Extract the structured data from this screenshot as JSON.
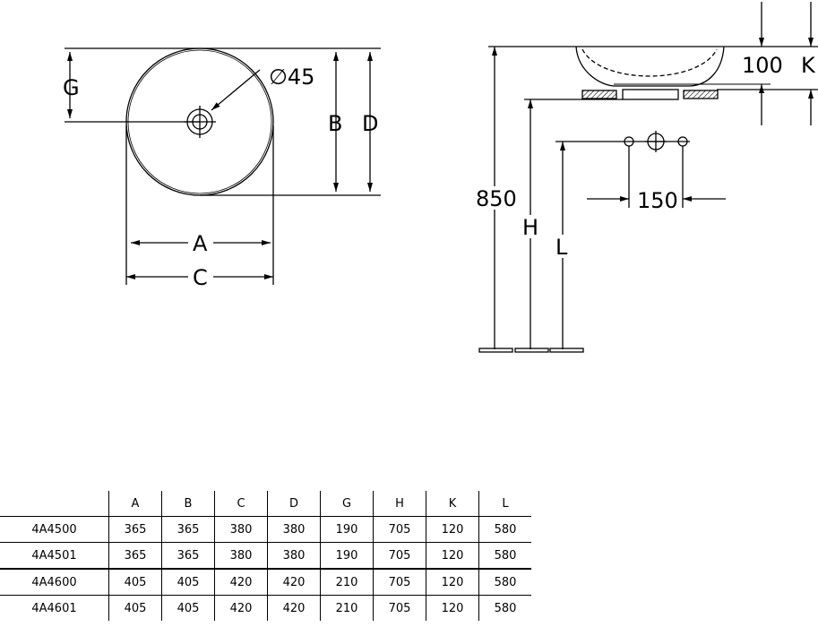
{
  "drawing": {
    "plan_labels": {
      "diameter": "∅45",
      "G": "G",
      "B": "B",
      "D": "D",
      "A": "A",
      "C": "C"
    },
    "side_labels": {
      "k_value": "100",
      "K": "K",
      "height": "850",
      "H": "H",
      "L": "L",
      "spacing": "150"
    }
  },
  "table": {
    "headers": [
      "",
      "A",
      "B",
      "C",
      "D",
      "G",
      "H",
      "K",
      "L"
    ],
    "rows": [
      [
        "4A4500",
        "365",
        "365",
        "380",
        "380",
        "190",
        "705",
        "120",
        "580"
      ],
      [
        "4A4501",
        "365",
        "365",
        "380",
        "380",
        "190",
        "705",
        "120",
        "580"
      ],
      [
        "4A4600",
        "405",
        "405",
        "420",
        "420",
        "210",
        "705",
        "120",
        "580"
      ],
      [
        "4A4601",
        "405",
        "405",
        "420",
        "420",
        "210",
        "705",
        "120",
        "580"
      ]
    ]
  }
}
